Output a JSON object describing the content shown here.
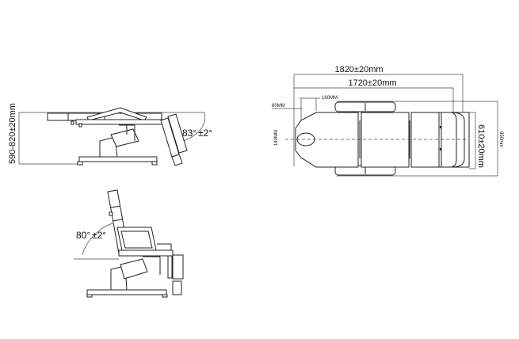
{
  "diagram": {
    "subject": "Adjustable treatment chair dimensional drawing",
    "views": [
      {
        "name": "side-view-flat",
        "labels": {
          "height_range": "590-820±20mm",
          "angle": "83°",
          "angle_tol": "±2°"
        }
      },
      {
        "name": "top-view",
        "labels": {
          "overall_length": "1820±20mm",
          "body_length": "1720±20mm",
          "head_cutout_offset": "160MM",
          "head_offset": "80MM",
          "face_hole": "140MM",
          "width": "610±20mm",
          "overall_width": "850mm"
        }
      },
      {
        "name": "side-view-seated",
        "labels": {
          "angle": "80°",
          "angle_tol": "±2°"
        }
      }
    ]
  }
}
